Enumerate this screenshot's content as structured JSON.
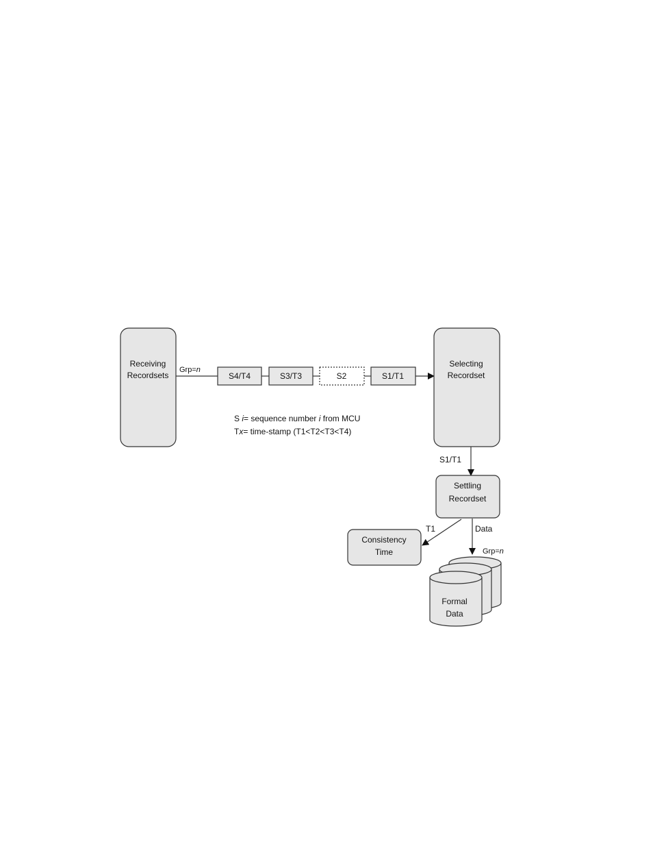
{
  "diagram": {
    "receiving": {
      "line1": "Receiving",
      "line2": "Recordsets"
    },
    "selecting": {
      "line1": "Selecting",
      "line2": "Recordset"
    },
    "settling": {
      "line1": "Settling",
      "line2": "Recordset"
    },
    "consistency": {
      "line1": "Consistency",
      "line2": "Time"
    },
    "formal": {
      "line1": "Formal",
      "line2": "Data"
    },
    "grp_label": {
      "prefix": "Grp=",
      "var": "n"
    },
    "grp_label_db": {
      "prefix": "Grp=",
      "var": "n"
    },
    "queue": [
      {
        "label": "S4/T4",
        "style": "solid"
      },
      {
        "label": "S3/T3",
        "style": "solid"
      },
      {
        "label": "S2",
        "style": "dotted"
      },
      {
        "label": "S1/T1",
        "style": "solid"
      }
    ],
    "legend": {
      "line1": {
        "a": "S ",
        "var": "i",
        "b": "= sequence number ",
        "var2": "i",
        "c": " from MCU"
      },
      "line2": {
        "a": "T",
        "var": "x",
        "b": "= time-stamp (T1<T2<T3<T4)"
      }
    },
    "edge_s1t1": "S1/T1",
    "edge_t1": "T1",
    "edge_data": "Data"
  },
  "colors": {
    "box_fill": "#e6e6e6",
    "stroke": "#333333",
    "queue_fill": "#e8e8e8"
  }
}
